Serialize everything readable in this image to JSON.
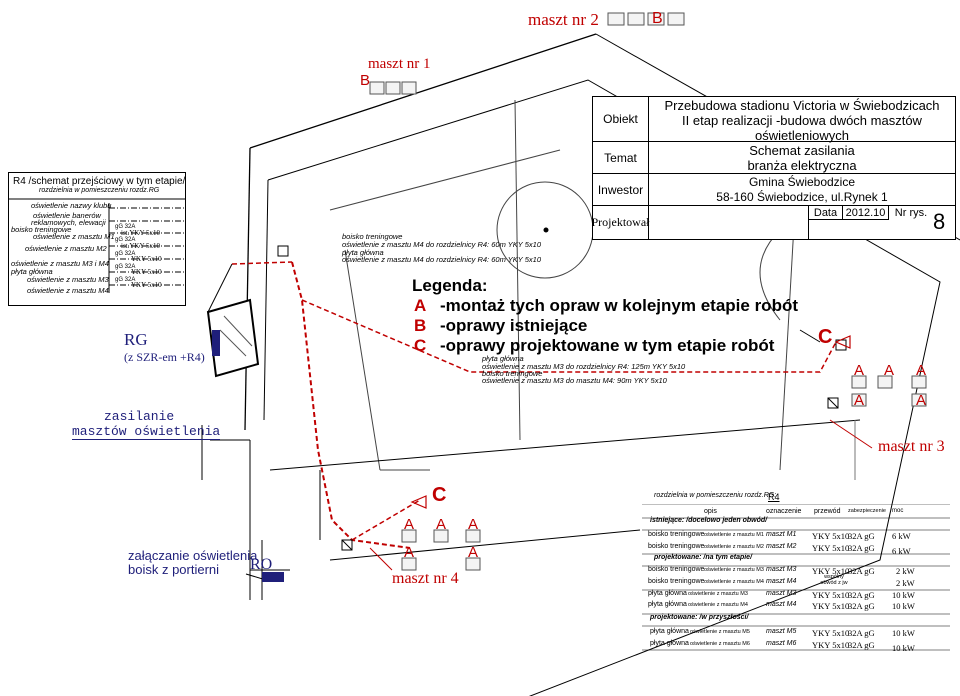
{
  "colors": {
    "red": "#c00000",
    "navy": "#1f1f7a",
    "grey": "#777777"
  },
  "titleblock": {
    "obiekt_label": "Obiekt",
    "obiekt_lines": [
      "Przebudowa stadionu Victoria w Świebodzicach",
      "II etap realizacji -budowa dwóch masztów",
      "oświetleniowych"
    ],
    "temat_label": "Temat",
    "temat_lines": [
      "Schemat zasilania",
      "branża elektryczna"
    ],
    "inwestor_label": "Inwestor",
    "inwestor_lines": [
      "Gmina Świebodzice",
      "58-160 Świebodzice, ul.Rynek 1"
    ],
    "projektowal_label": "Projektował",
    "data_label": "Data",
    "data_value": "2012.10",
    "nr_label": "Nr rys.",
    "nr_value": "8"
  },
  "legend": {
    "title": "Legenda:",
    "items": [
      {
        "letter": "A",
        "text": "-montaż tych opraw w kolejnym etapie robót"
      },
      {
        "letter": "B",
        "text": "-oprawy istniejące"
      },
      {
        "letter": "C",
        "text": "-oprawy projektowane w tym etapie robót"
      }
    ]
  },
  "masts": {
    "m1": "maszt nr 1",
    "m2": "maszt nr 2",
    "m3": "maszt nr 3",
    "m4": "maszt nr 4",
    "letterA": "A",
    "letterB": "B",
    "letterC": "C"
  },
  "schematic": {
    "title": "R4 /schemat przejściowy w tym etapie/",
    "subtitle": "rozdzielnia w pomieszczeniu rozdz.RG",
    "lines": [
      "oświetlenie  nazwy klubu",
      "oświetlenie banerów",
      "reklamowych, elewacji",
      "boisko treningowe",
      "oświetlenie z masztu M1",
      "oświetlenie z masztu M2",
      "oświetlenie z masztu M3 i M4",
      "płyta główna",
      "oświetlenie z masztu M3",
      "oświetlenie z masztu M4"
    ],
    "breakers": [
      "gG 32A",
      "gG 32A",
      "gG 32A",
      "gG 32A",
      "gG 32A"
    ],
    "cables": [
      "ist.YKY 5x10",
      "ist.YKY 5x10",
      "YKY 5x10",
      "YKY 5x10",
      "YKY 5x10"
    ]
  },
  "cable_notes": {
    "a1": "boisko treningowe",
    "a2": "oświetlenie z masztu M4 do rozdzielnicy R4: 60m  YKY 5x10",
    "a3": "płyta główna",
    "a4": "oświetlenie z masztu M4 do rozdzielnicy R4: 60m YKY 5x10",
    "b1": "płyta główna",
    "b2": "oświetlenie z masztu M3 do rozdzielnicy R4: 125m YKY 5x10",
    "b3": "boisko treningowe",
    "b4": "oświetlenie z masztu M3  do masztu M4: 90m  YKY 5x10"
  },
  "labels": {
    "rg": "RG",
    "rg_sub": "(z SZR-em +R4)",
    "zasilanie1": "zasilanie",
    "zasilanie2": "masztów oświetlenia",
    "zal1": "załączanie oświetlenia",
    "zal2": "boisk z portierni",
    "ro": "RO"
  },
  "table": {
    "header": "rozdzielnia w pomieszczeniu rozdz.RG:",
    "header_code": "R4",
    "col_opis": "opis",
    "col_ozn": "oznaczenie",
    "col_przewod": "przewód",
    "col_zab": "zabezpieczenie",
    "col_moc": "moc",
    "sections": [
      "istniejące: /docelowo jeden obwód/",
      "projektowane: /na tym etapie/",
      "projektowane: /w przyszłości/"
    ],
    "rows": [
      {
        "opis": "boisko treningowe",
        "sub": "oświetlenie z masztu M1",
        "ozn": "maszt M1",
        "przewod": "YKY 5x10",
        "zab": "32A gG",
        "moc": "6 kW"
      },
      {
        "opis": "boisko treningowe",
        "sub": "oświetlenie z masztu M2",
        "ozn": "maszt M2",
        "przewod": "YKY 5x10",
        "zab": "32A gG",
        "moc": "6 kW"
      },
      {
        "opis": "boisko treningowe",
        "sub": "oświetlenie z masztu M3",
        "ozn": "maszt M3",
        "przewod": "YKY 5x10",
        "zab": "32A gG",
        "moc": "2 kW"
      },
      {
        "opis": "boisko treningowe",
        "sub": "oświetlenie z masztu M4",
        "ozn": "maszt M4",
        "przewod": "wspólny obwód z jw",
        "zab": "",
        "moc": "2 kW"
      },
      {
        "opis": "płyta główna",
        "sub": "oświetlenie z masztu M3",
        "ozn": "maszt M3",
        "przewod": "YKY 5x10",
        "zab": "32A gG",
        "moc": "10 kW"
      },
      {
        "opis": "płyta główna",
        "sub": "oświetlenie z masztu M4",
        "ozn": "maszt M4",
        "przewod": "YKY 5x10",
        "zab": "32A gG",
        "moc": "10 kW"
      },
      {
        "opis": "płyta główna",
        "sub": "oświetlenie z masztu M5",
        "ozn": "maszt M5",
        "przewod": "YKY 5x10",
        "zab": "32A gG",
        "moc": "10 kW"
      },
      {
        "opis": "płyta główna",
        "sub": "oświetlenie z masztu M6",
        "ozn": "maszt M6",
        "przewod": "YKY 5x10",
        "zab": "32A gG",
        "moc": "10 kW"
      }
    ]
  }
}
